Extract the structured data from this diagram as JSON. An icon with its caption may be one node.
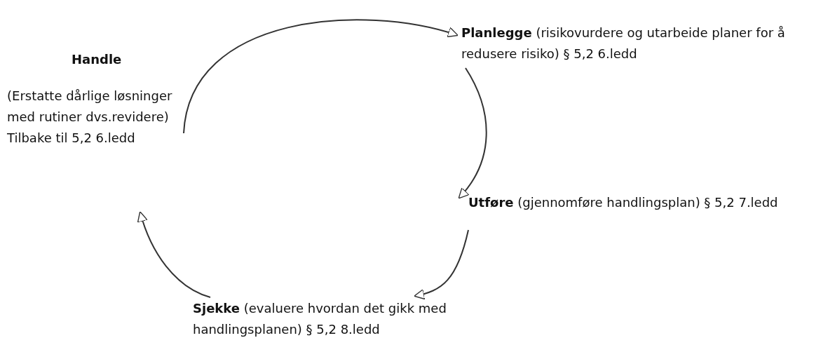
{
  "diagram": {
    "nodes": [
      {
        "text": [
          "**Planlegge** (risikovurdere og utarbeide planer for å redusere risiko) § 5,2 6.ledd"
        ]
      },
      {
        "text": [
          "**Utføre** (gjennomføre handlingsplan) § 5,2 7.ledd"
        ]
      },
      {
        "text": [
          "**Sjekke** (evaluere hvordan det gikk med handlingsplanen) § 5,2 8.ledd"
        ]
      },
      {
        "text": [
          "Handle",
          "(Erstatte dårlige løsninger med rutiner dvs.revidere) Tilbake til 5,2 6.ledd"
        ]
      }
    ],
    "edges": [
      {
        "from": 3,
        "to": 0,
        "arrow": "to"
      },
      {
        "from": 0,
        "to": 1,
        "arrow": "to"
      },
      {
        "from": 1,
        "to": 2,
        "arrow": "to"
      },
      {
        "from": 2,
        "to": 3,
        "arrow": "to"
      }
    ]
  }
}
